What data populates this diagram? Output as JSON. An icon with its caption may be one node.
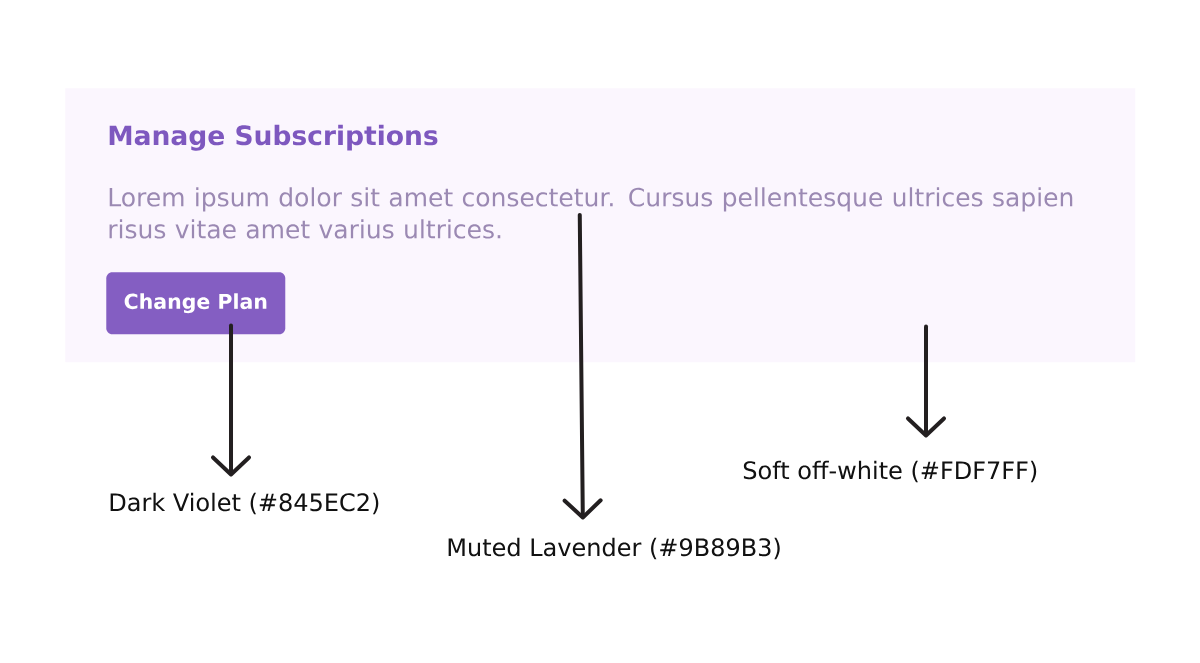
{
  "diagram": {
    "nodes": [
      {
        "text": [
          "Manage Subscriptions"
        ]
      },
      {
        "text": [
          "Lorem ipsum dolor sit amet consectetur. Cursus pellentesque ultrices sapien risus vitae amet varius ultrices."
        ],
        "in": 0
      },
      {
        "text": [
          "Change Plan"
        ],
        "in": 0
      },
      {
        "text": [
          "Dark Violet (#845EC2)"
        ]
      },
      {
        "text": [
          "Muted Lavender (#9B89B3)"
        ]
      },
      {
        "text": [
          "Soft off-white (#FDF7FF)"
        ]
      }
    ],
    "edges": [
      {
        "from": 2,
        "to": 3,
        "arrow": "to"
      },
      {
        "from": 1,
        "to": 4,
        "arrow": "to"
      },
      {
        "from": 0,
        "to": 5,
        "arrow": "to"
      }
    ]
  }
}
